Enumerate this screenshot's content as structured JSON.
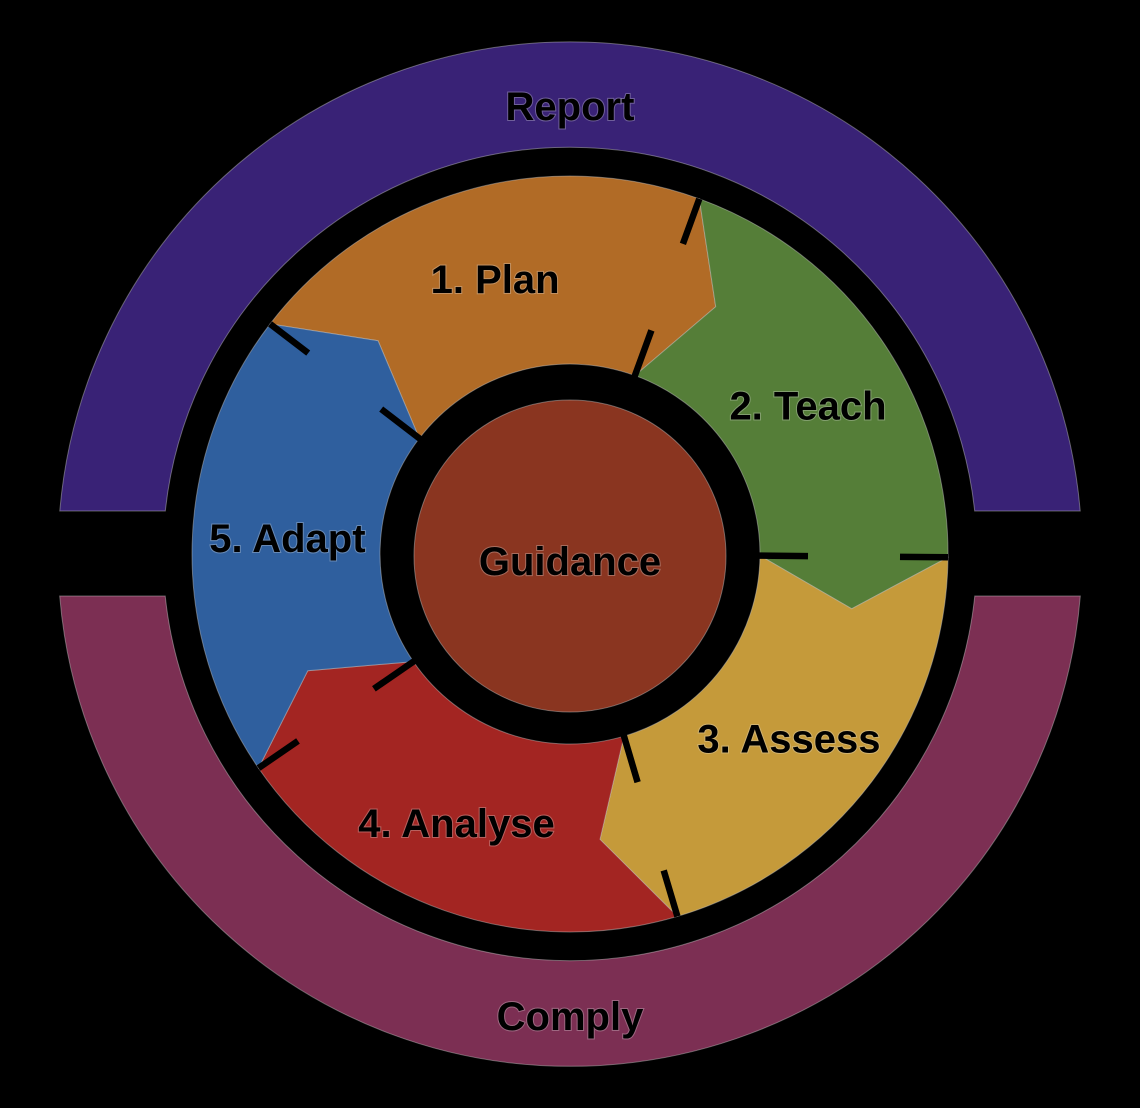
{
  "diagram": {
    "type": "cycle-process-diagram",
    "background_color": "#000000",
    "label_color": "#000000",
    "tick_color": "#000000",
    "center": {
      "label": "Guidance",
      "color": "#8a3520"
    },
    "outer_ring": {
      "top": {
        "label": "Report",
        "color": "#392276"
      },
      "bottom": {
        "label": "Comply",
        "color": "#7c2f53"
      }
    },
    "cycle_segments": [
      {
        "label": "1. Plan",
        "color": "#b16b26",
        "start_angle_deg": -142.5,
        "end_angle_deg": -70
      },
      {
        "label": "2. Teach",
        "color": "#557e38",
        "start_angle_deg": -70,
        "end_angle_deg": 0.5
      },
      {
        "label": "3. Assess",
        "color": "#c59a3a",
        "start_angle_deg": 0.5,
        "end_angle_deg": 73.5
      },
      {
        "label": "4. Analyse",
        "color": "#a32522",
        "start_angle_deg": 73.5,
        "end_angle_deg": 145.5
      },
      {
        "label": "5. Adapt",
        "color": "#2f5f9e",
        "start_angle_deg": 145.5,
        "end_angle_deg": 217.5
      }
    ]
  }
}
